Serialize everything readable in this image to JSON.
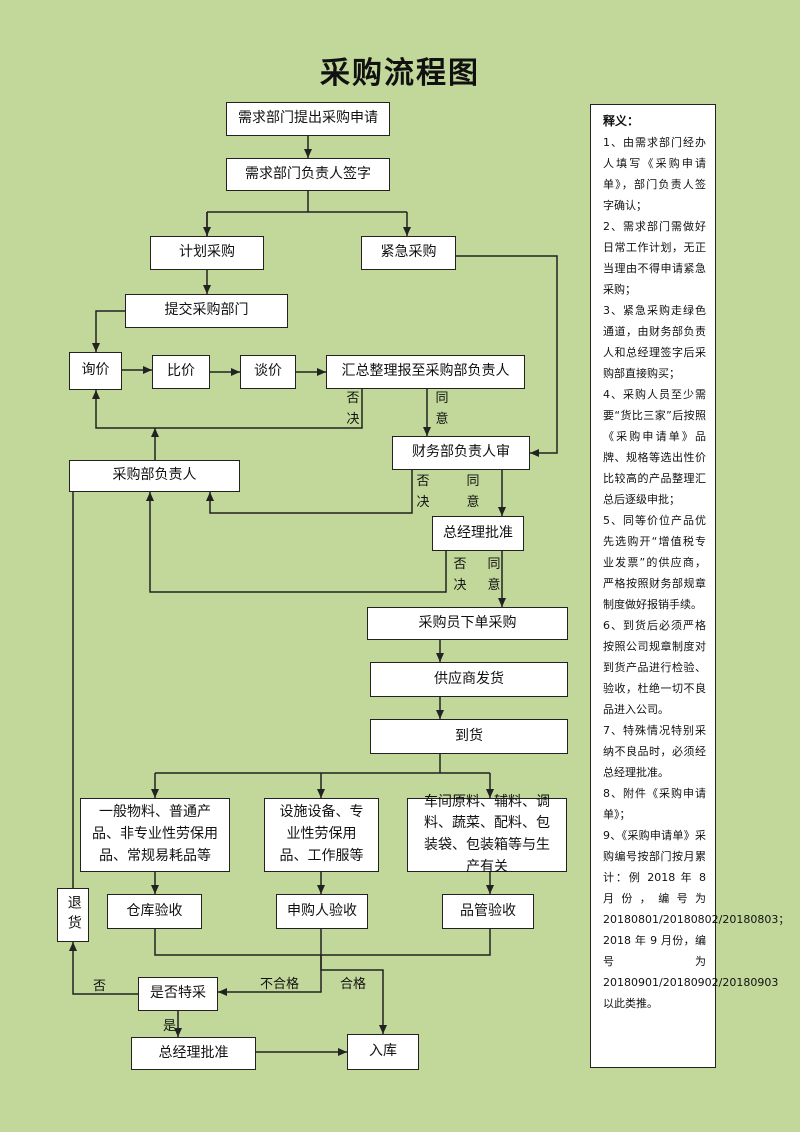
{
  "title": "采购流程图",
  "nodes": {
    "apply": "需求部门提出采购申请",
    "sign": "需求部门负责人签字",
    "plan": "计划采购",
    "urgent": "紧急采购",
    "submit": "提交采购部门",
    "inquiry": "询价",
    "compare": "比价",
    "negotiate": "谈价",
    "summary": "汇总整理报至采购部负责人",
    "purchase_head": "采购部负责人",
    "finance": "财务部负责人审",
    "gm1": "总经理批准",
    "order": "采购员下单采购",
    "ship": "供应商发货",
    "arrive": "到货",
    "cat1": "一般物料、普通产品、非专业性劳保用品、常规易耗品等",
    "cat2": "设施设备、专业性劳保用品、工作服等",
    "cat3": "车间原料、辅料、调料、蔬菜、配料、包装袋、包装箱等与生产有关",
    "check1": "仓库验收",
    "check2": "申购人验收",
    "check3": "品管验收",
    "return": "退货",
    "special": "是否特采",
    "gm2": "总经理批准",
    "store": "入库"
  },
  "labels": {
    "deny": "否决",
    "agree": "同意",
    "no": "否",
    "yes": "是",
    "fail": "不合格",
    "pass": "合格"
  },
  "notes": {
    "heading": "释义：",
    "items": [
      "1、由需求部门经办人填写《采购申请单》，部门负责人签字确认；",
      "2、需求部门需做好日常工作计划，无正当理由不得申请紧急采购；",
      "3、紧急采购走绿色通道，由财务部负责人和总经理签字后采购部直接购买；",
      "4、采购人员至少需要“货比三家”后按照《采购申请单》品牌、规格等选出性价比较高的产品整理汇总后逐级申批；",
      "5、同等价位产品优先选购开“增值税专业发票”的供应商，严格按照财务部规章制度做好报销手续。",
      "6、到货后必须严格按照公司规章制度对到货产品进行检验、验收，杜绝一切不良品进入公司。",
      "7、特殊情况特别采纳不良品时，必须经总经理批准。",
      "8、附件《采购申请单》；",
      "9、《采购申请单》采购编号按部门按月累计：例 2018 年 8 月份，编号为 20180801/20180802/20180803；2018 年 9 月份，编号为 20180901/20180902/20180903 以此类推。"
    ]
  },
  "colors": {
    "background": "#c2d89a",
    "box": "#ffffff",
    "line": "#222222"
  }
}
